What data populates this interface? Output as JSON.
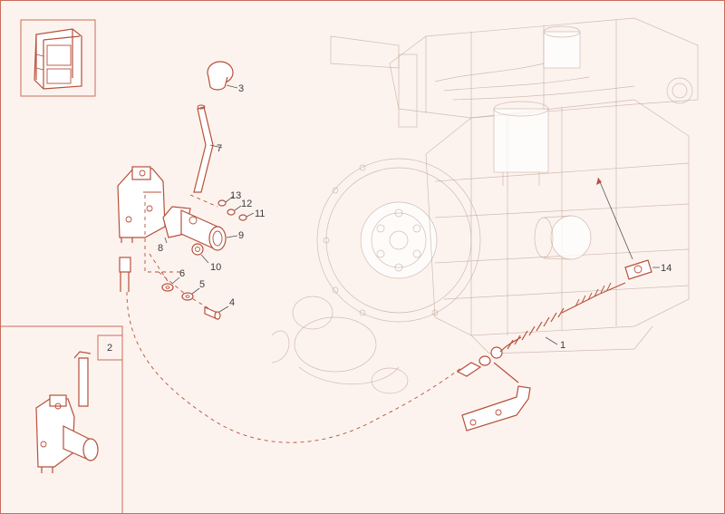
{
  "diagram": {
    "callouts": {
      "c1": "1",
      "c2": "2",
      "c3": "3",
      "c4": "4",
      "c5": "5",
      "c6": "6",
      "c7": "7",
      "c8": "8",
      "c9": "9",
      "c10": "10",
      "c11": "11",
      "c12": "12",
      "c13": "13",
      "c14": "14"
    },
    "colors": {
      "line": "#b7503b",
      "background": "#fdf3ee",
      "ghost": "#c0a89e"
    },
    "icons": {
      "cab_thumbnail": "cab-icon"
    }
  }
}
